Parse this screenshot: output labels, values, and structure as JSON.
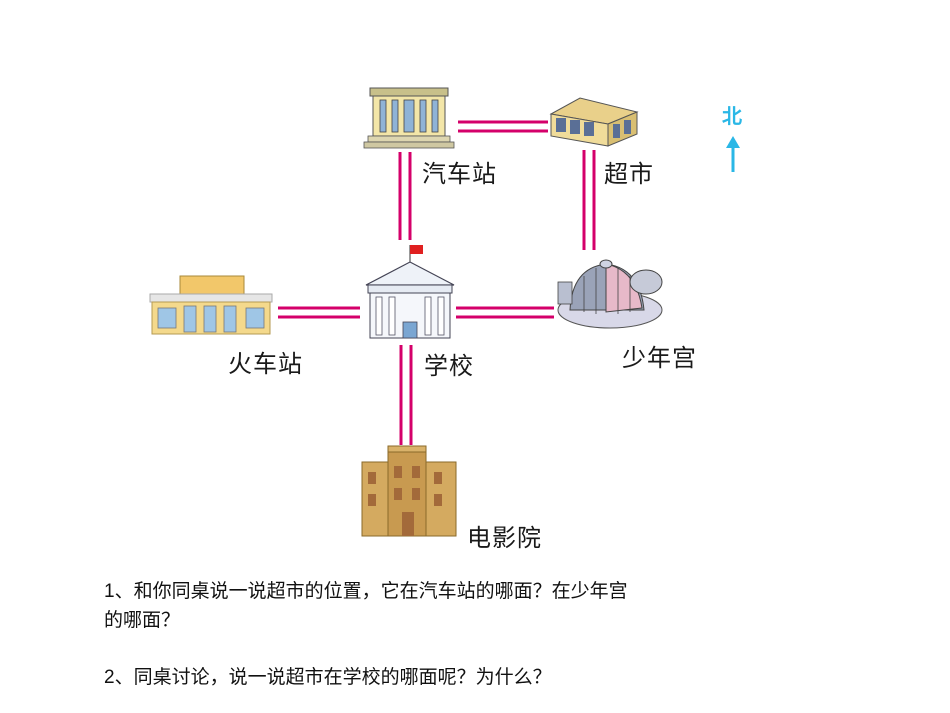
{
  "places": {
    "bus_station": "汽车站",
    "supermarket": "超市",
    "train_station": "火车站",
    "school": "学校",
    "youth_palace": "少年宫",
    "cinema": "电影院"
  },
  "compass": {
    "north_label": "北",
    "arrow_color": "#2ab7e6"
  },
  "road_color": "#d4006a",
  "questions": [
    {
      "number": "1",
      "text_line1": "、和你同桌说一说超市的位置，它在汽车站的哪面？在少年宫",
      "text_line2": "的哪面？"
    },
    {
      "number": "2",
      "text_line1": "、同桌讨论，说一说超市在学校的哪面呢？为什么？"
    }
  ]
}
